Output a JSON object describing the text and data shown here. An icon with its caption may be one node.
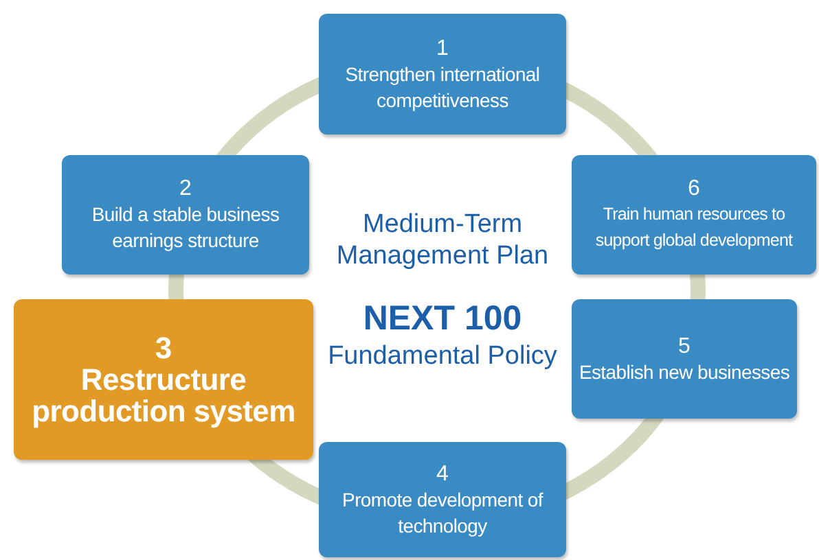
{
  "diagram": {
    "nodes": [
      {
        "text": [
          "1",
          "Strengthen international competitiveness"
        ]
      },
      {
        "text": [
          "2",
          "Build a stable business earnings structure"
        ]
      },
      {
        "text": [
          "6",
          "Train human resources to support global development"
        ]
      },
      {
        "text": [
          "3",
          "Restructure production system"
        ]
      },
      {
        "text": [
          "5",
          "Establish new businesses"
        ]
      },
      {
        "text": [
          "4",
          "Promote development of technology"
        ]
      }
    ],
    "labels": [
      "Medium-Term Management Plan",
      "NEXT 100",
      "Fundamental Policy"
    ]
  }
}
